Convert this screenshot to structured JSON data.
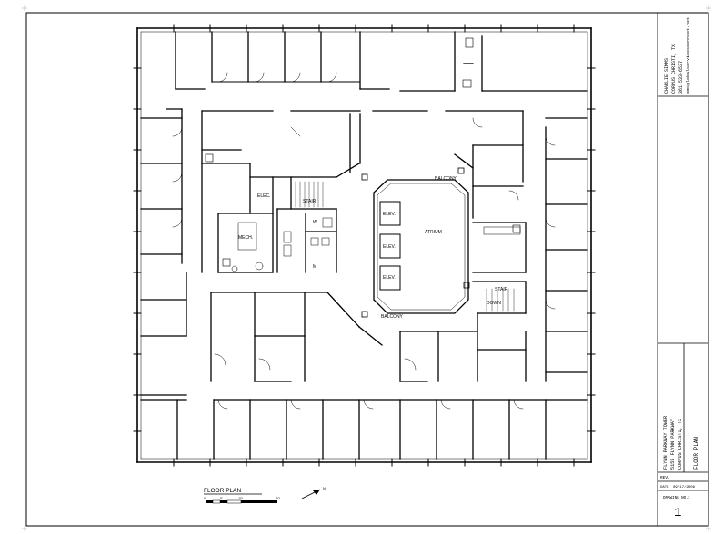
{
  "plan": {
    "labels": {
      "elec": "ELEC.",
      "stair_left": "STAIR",
      "mech": "MECH.",
      "w": "W",
      "m": "M",
      "balcony_top": "BALCONY",
      "balcony_bottom": "BALCONY",
      "elev_1": "ELEV.",
      "elev_2": "ELEV.",
      "elev_3": "ELEV.",
      "atrium": "ATRIUM",
      "stair_right": "STAIR",
      "down": "DOWN"
    },
    "caption": "FLOOR PLAN",
    "scale": {
      "s0": "0",
      "s5": "5'",
      "s10": "10'",
      "s20": "20'"
    },
    "north": "N"
  },
  "title_block": {
    "designer": {
      "name": "CHARLIE SIMMS",
      "city": "CORPUS CHRISTI, TX",
      "phone": "361-533-6537",
      "email": "cmsglobalservicesconnect.net"
    },
    "project": {
      "line1": "FLYNN PARKWAY TOWER",
      "line2": "5155 FLYNN PARKWAY",
      "line3": "CORPUS CHRISTI, TX"
    },
    "sheet_title": "FLOOR PLAN",
    "rev_label": "REV.",
    "date_label": "DATE",
    "date_value": "09/17/2009",
    "drawing_no_label": "DRAWING NO.:",
    "drawing_no": "1"
  }
}
